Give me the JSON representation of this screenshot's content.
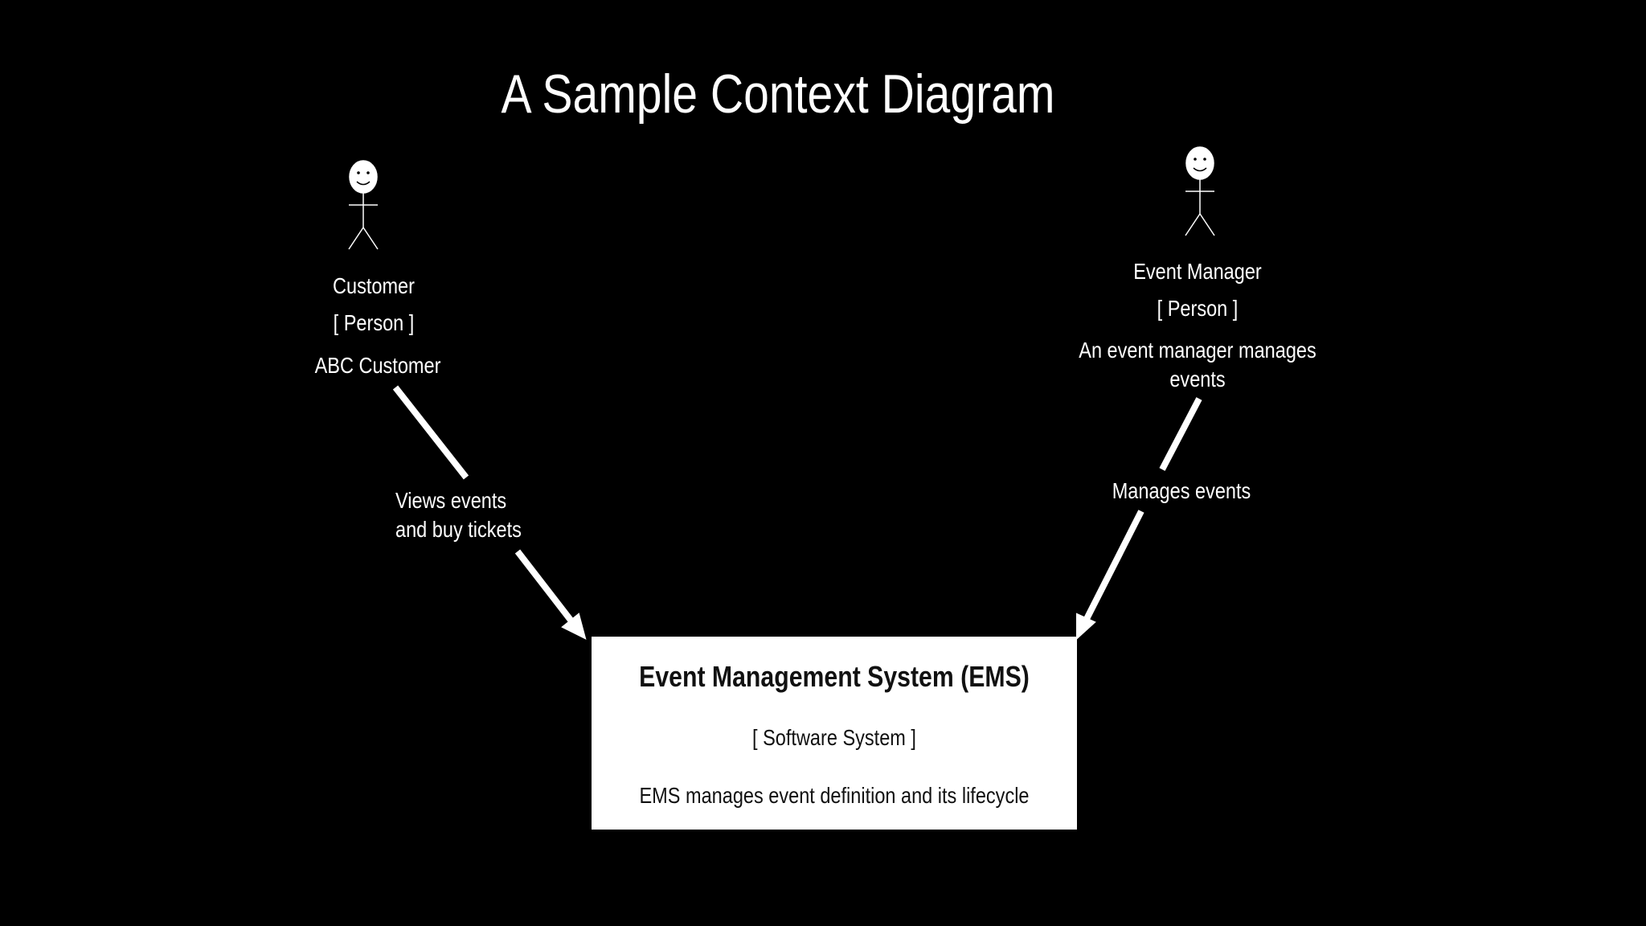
{
  "title": "A Sample Context Diagram",
  "nodes": {
    "customer": {
      "name": "Customer",
      "type": "[ Person ]",
      "description": "ABC Customer"
    },
    "event_manager": {
      "name": "Event Manager",
      "type": "[ Person ]",
      "description_lines": [
        "An event manager manages",
        "events"
      ]
    },
    "ems": {
      "name": "Event Management System (EMS)",
      "type": "[ Software System ]",
      "description": "EMS manages event definition and its lifecycle"
    }
  },
  "edges": {
    "customer_to_ems": {
      "label_lines": [
        "Views events",
        "and buy tickets"
      ]
    },
    "manager_to_ems": {
      "label_lines": [
        "Manages events"
      ]
    }
  },
  "colors": {
    "background": "#000000",
    "foreground": "#ffffff",
    "box_text": "#111111"
  }
}
